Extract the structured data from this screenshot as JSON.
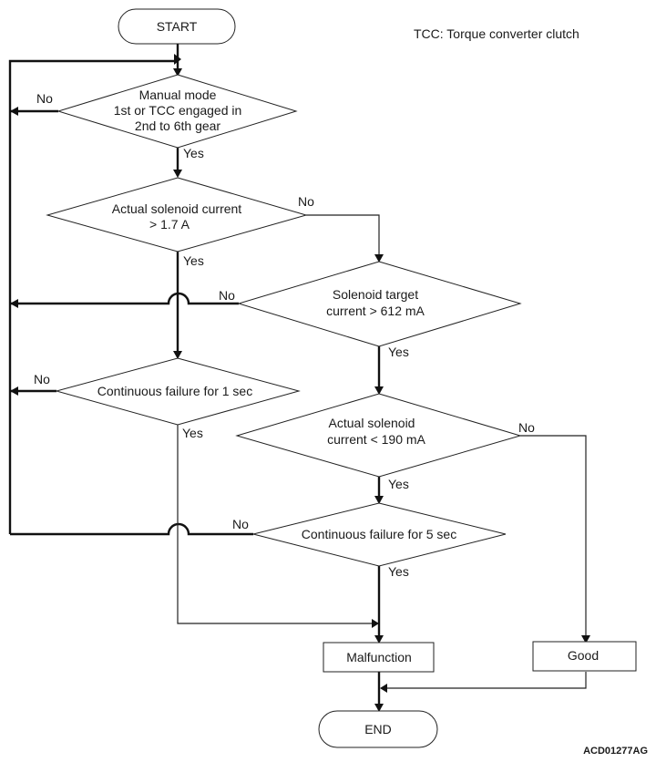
{
  "note": "TCC: Torque converter clutch",
  "code": "ACD01277AG",
  "nodes": {
    "start": "START",
    "d1_line1": "Manual mode",
    "d1_line2": "1st or TCC engaged in",
    "d1_line3": "2nd to 6th gear",
    "d2_line1": "Actual solenoid current",
    "d2_line2": "> 1.7 A",
    "d3_line1": "Solenoid target",
    "d3_line2": "current > 612 mA",
    "d4_line1": "Continuous failure for 1 sec",
    "d5_line1": "Actual solenoid",
    "d5_line2": "current < 190 mA",
    "d6_line1": "Continuous failure for 5 sec",
    "malfunction": "Malfunction",
    "good": "Good",
    "end": "END"
  },
  "branches": {
    "d1_no": "No",
    "d1_yes": "Yes",
    "d2_no": "No",
    "d2_yes": "Yes",
    "d3_no": "No",
    "d3_yes": "Yes",
    "d4_no": "No",
    "d4_yes": "Yes",
    "d5_no": "No",
    "d5_yes": "Yes",
    "d6_no": "No",
    "d6_yes": "Yes"
  }
}
